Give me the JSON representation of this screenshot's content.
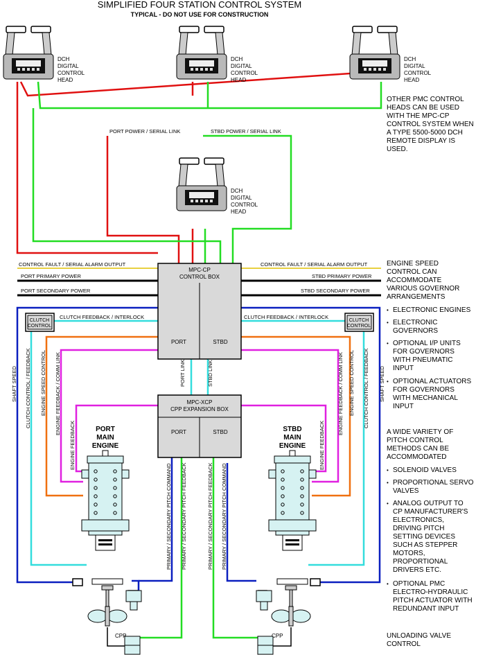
{
  "title": "SIMPLIFIED FOUR STATION CONTROL SYSTEM",
  "subtitle": "TYPICAL - DO NOT USE FOR CONSTRUCTION",
  "control_head_label": [
    "DCH",
    "DIGITAL",
    "CONTROL",
    "HEAD"
  ],
  "links": {
    "port_power": "PORT POWER / SERIAL LINK",
    "stbd_power": "STBD POWER / SERIAL LINK"
  },
  "bus": {
    "fault_left": "CONTROL FAULT / SERIAL ALARM OUTPUT",
    "fault_right": "CONTROL FAULT / SERIAL ALARM OUTPUT",
    "primary_left": "PORT PRIMARY POWER",
    "primary_right": "STBD PRIMARY POWER",
    "secondary_left": "PORT SECONDARY POWER",
    "secondary_right": "STBD SECONDARY POWER",
    "clutch_left": "CLUTCH FEEDBACK / INTERLOCK",
    "clutch_right": "CLUTCH FEEDBACK / INTERLOCK"
  },
  "control_box": {
    "title1": "MPC-CP",
    "title2": "CONTROL BOX",
    "port": "PORT",
    "stbd": "STBD"
  },
  "expansion_box": {
    "title1": "MPC-XCP",
    "title2": "CPP EXPANSION BOX",
    "port": "PORT",
    "stbd": "STBD"
  },
  "clutch_control": [
    "CLUTCH",
    "CONTROL"
  ],
  "engines": {
    "port": [
      "PORT",
      "MAIN",
      "ENGINE"
    ],
    "stbd": [
      "STBD",
      "MAIN",
      "ENGINE"
    ]
  },
  "vertical": {
    "shaft_speed": "SHAFT SPEED",
    "clutch_control_feedback": "CLUTCH CONTROL / FEEDBACK",
    "engine_speed_control": "ENGINE SPEED CONTROL",
    "engine_feedback_comm": "ENGINE FEEDBACK / COMM LINK",
    "engine_feedback": "ENGINE FEEDBACK",
    "port_link": "PORT LINK",
    "stbd_link": "STBD LINK",
    "pitch_command": "PRIMARY / SECONDARY PITCH COMMAND",
    "pitch_feedback": "PRIMARY / SECONDARY PITCH FEEDBACK"
  },
  "cpp": "CPP",
  "notes": {
    "other_heads": [
      "OTHER PMC CONTROL",
      "HEADS CAN BE USED",
      "WITH THE MPC-CP",
      "CONTROL SYSTEM WHEN",
      "A TYPE 5500-5000 DCH",
      "REMOTE DISPLAY IS",
      "USED."
    ],
    "engine_speed": [
      "ENGINE SPEED",
      "CONTROL CAN",
      "ACCOMMODATE",
      "VARIOUS GOVERNOR",
      "ARRANGEMENTS"
    ],
    "governor_bullets": [
      [
        "ELECTRONIC ENGINES"
      ],
      [
        "ELECTRONIC",
        "GOVERNORS"
      ],
      [
        "OPTIONAL I/P UNITS",
        "FOR GOVERNORS",
        "WITH PNEUMATIC",
        "INPUT"
      ],
      [
        "OPTIONAL ACTUATORS",
        "FOR GOVERNORS",
        "WITH MECHANICAL",
        "INPUT"
      ]
    ],
    "pitch": [
      "A WIDE VARIETY OF",
      "PITCH CONTROL",
      "METHODS CAN BE",
      "ACCOMMODATED"
    ],
    "pitch_bullets": [
      [
        "SOLENOID VALVES"
      ],
      [
        "PROPORTIONAL SERVO",
        "VALVES"
      ],
      [
        "ANALOG OUTPUT TO",
        "CP MANUFACTURER'S",
        "ELECTRONICS,",
        "DRIVING PITCH",
        "SETTING DEVICES",
        "SUCH AS STEPPER",
        "MOTORS,",
        "PROPORTIONAL",
        "DRIVERS ETC."
      ],
      [
        "OPTIONAL PMC",
        "ELECTRO-HYDRAULIC",
        "PITCH ACTUATOR WITH",
        "REDUNDANT INPUT"
      ]
    ],
    "unloading": [
      "UNLOADING VALVE",
      "CONTROL"
    ]
  },
  "colors": {
    "red": "#e01010",
    "green": "#22dd22",
    "blue": "#0a1fbf",
    "cyan": "#33dddd",
    "orange": "#f07010",
    "magenta": "#e020e0",
    "black": "#000000",
    "engine_fill": "#d6f2f2",
    "box_fill": "#d9d9d9"
  }
}
